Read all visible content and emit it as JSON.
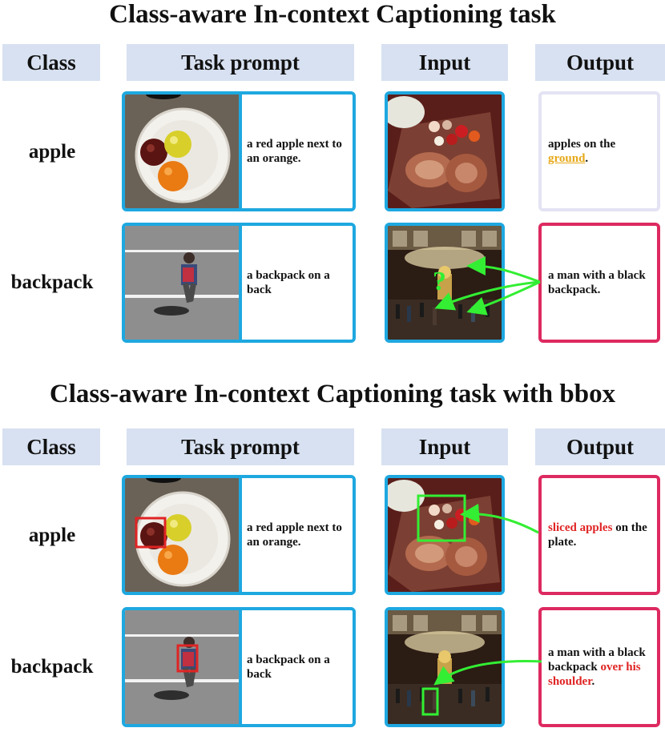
{
  "sections": [
    {
      "title": "Class-aware In-context Captioning task",
      "headers": {
        "class": "Class",
        "task_prompt": "Task prompt",
        "input": "Input",
        "output": "Output"
      },
      "rows": [
        {
          "class": "apple",
          "prompt_caption": "a red apple next to an orange.",
          "output_plain_1": "apples on the ",
          "output_highlight": "ground",
          "output_plain_2": "."
        },
        {
          "class": "backpack",
          "prompt_caption": "a backpack on a back",
          "output_plain_1": "a man with a black backpack.",
          "output_highlight": "",
          "output_plain_2": ""
        }
      ]
    },
    {
      "title": "Class-aware In-context Captioning task with bbox",
      "headers": {
        "class": "Class",
        "task_prompt": "Task prompt",
        "input": "Input",
        "output": "Output"
      },
      "rows": [
        {
          "class": "apple",
          "prompt_caption": "a red apple next to an orange.",
          "output_highlight": "sliced apples",
          "output_plain_2": " on the plate."
        },
        {
          "class": "backpack",
          "prompt_caption": "a backpack on a back",
          "output_plain_1": "a man with a black backpack ",
          "output_highlight": "over his shoulder",
          "output_plain_2": "."
        }
      ]
    }
  ],
  "question_mark": "?",
  "colors": {
    "header_bg": "#d7e1f1",
    "frame_blue": "#1ea8e0",
    "frame_pink": "#dd2a60",
    "frame_faint": "#e3e3f4",
    "arrow_green": "#33ee33",
    "bbox_red": "#e02424",
    "highlight_red": "#e02424",
    "highlight_gold": "#e6a817"
  }
}
